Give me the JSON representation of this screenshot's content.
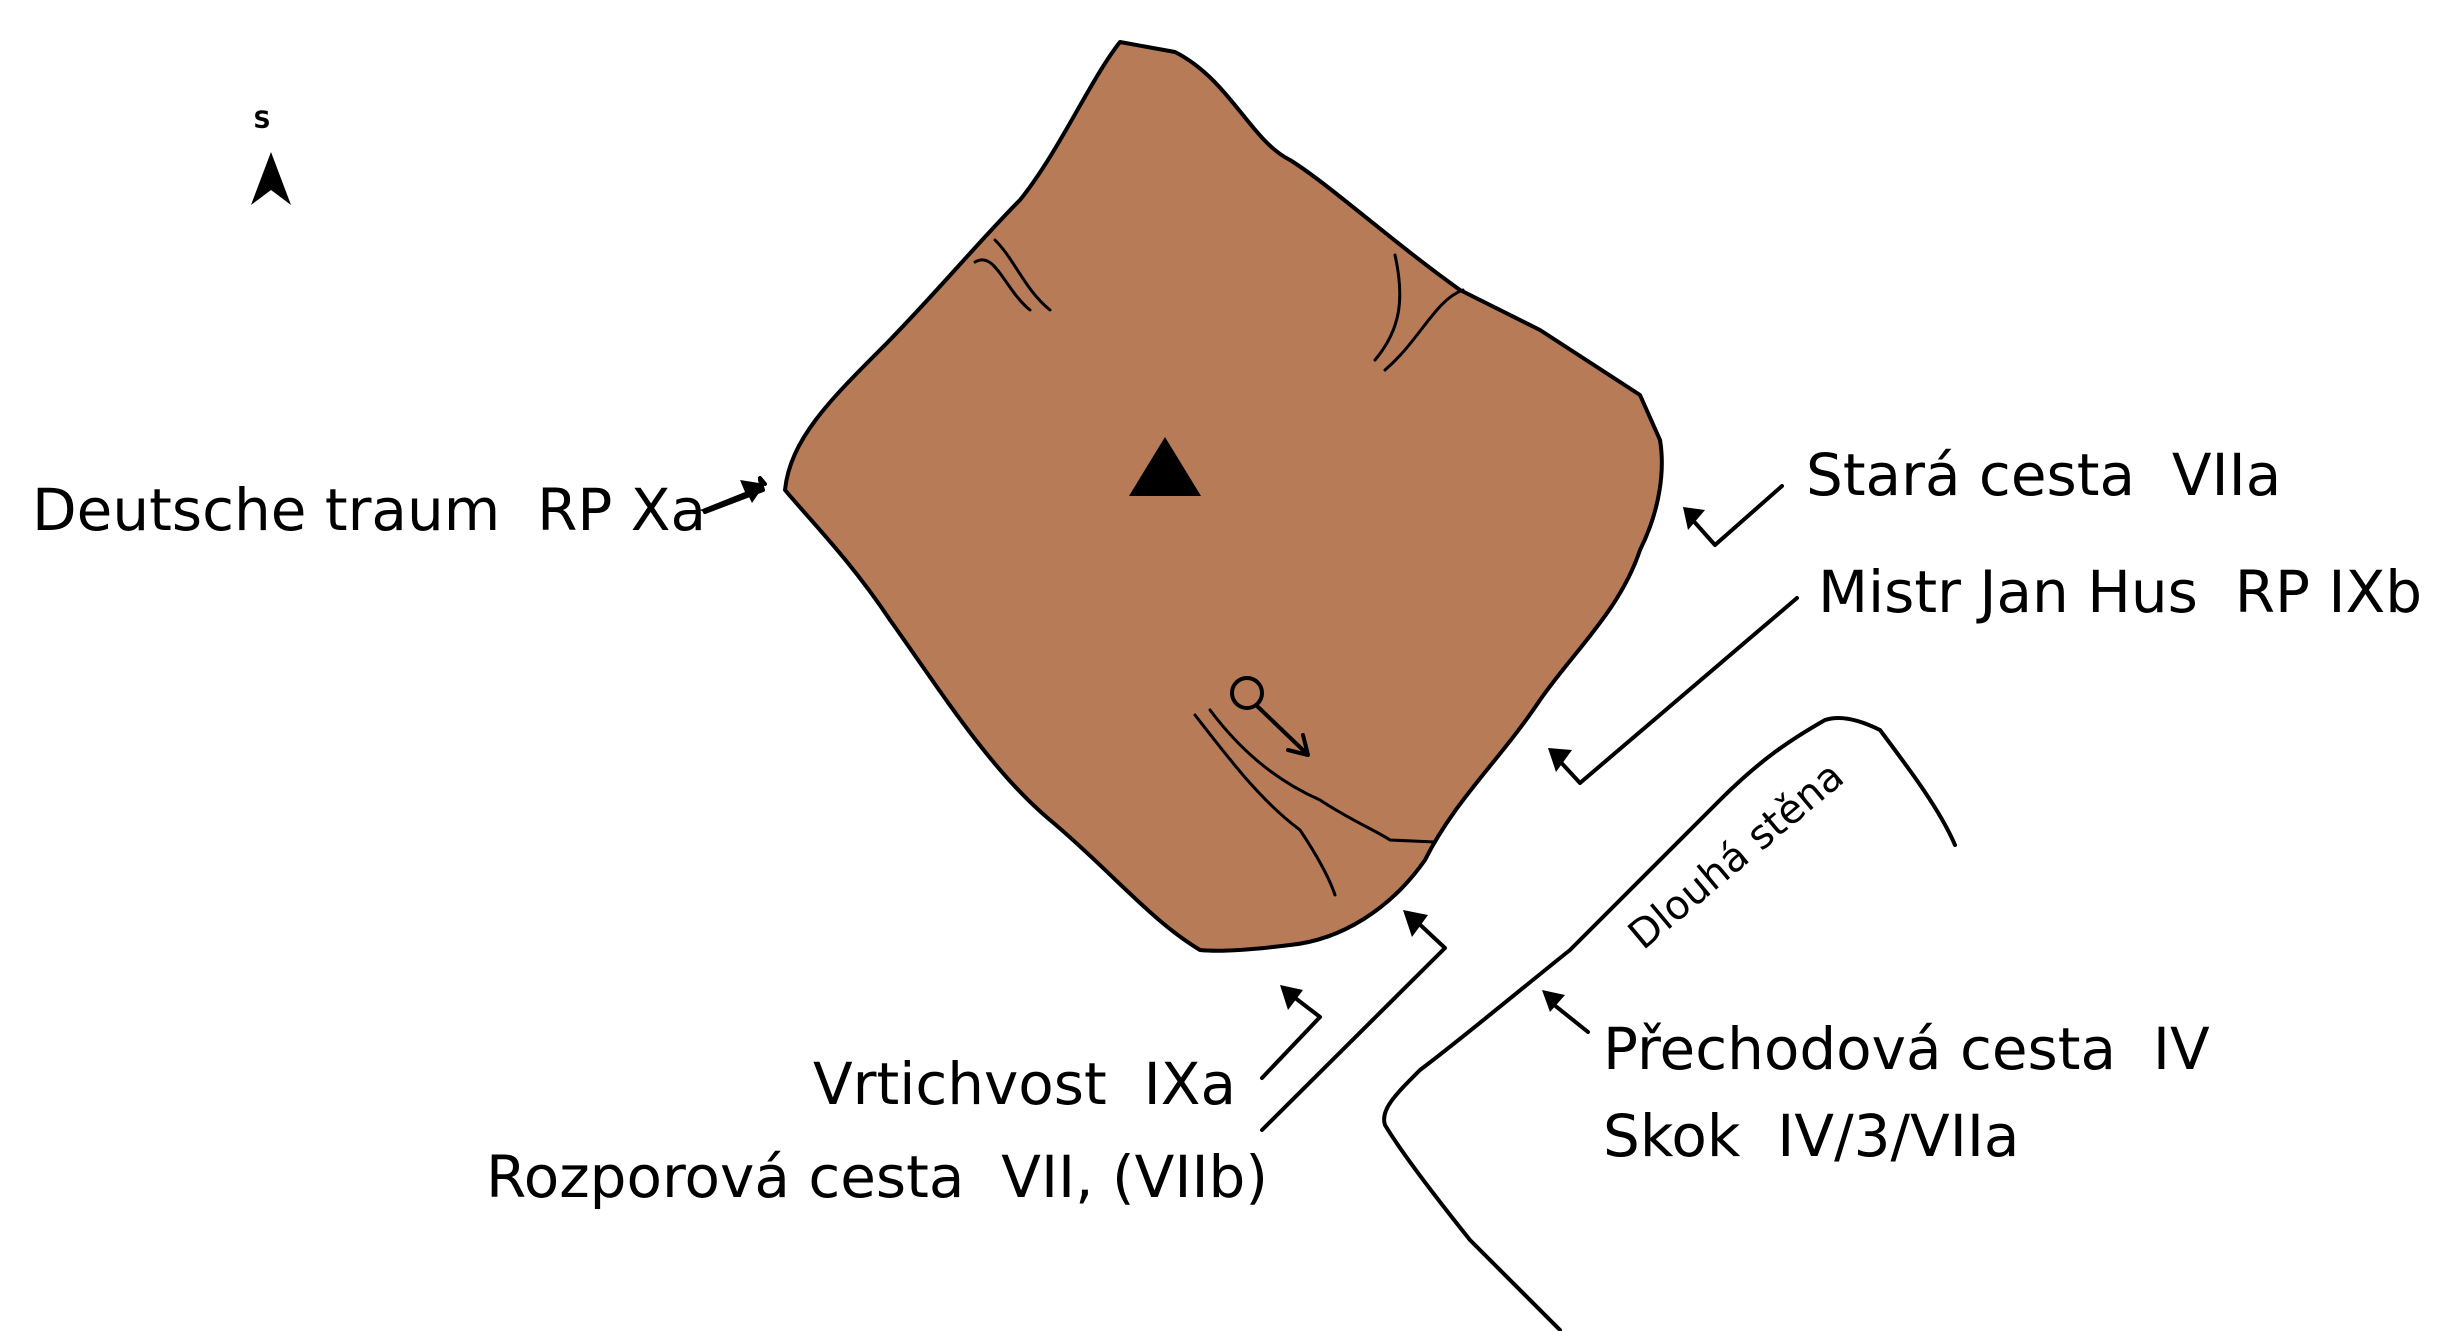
{
  "north": {
    "letter": "S",
    "icon": "north-arrow-icon"
  },
  "rock": {
    "fill_color": "#b77b58",
    "summit_icon": "summit-triangle-icon",
    "ring_icon": "rappel-ring-icon"
  },
  "wall": {
    "label": "Dlouhá stěna"
  },
  "routes": [
    {
      "name": "Deutsche traum  RP Xa"
    },
    {
      "name": "Stará cesta  VIIa"
    },
    {
      "name": "Mistr Jan Hus  RP IXb"
    },
    {
      "name": "Vrtichvost  IXa"
    },
    {
      "name": "Rozporová cesta  VII, (VIIb)"
    },
    {
      "name": "Přechodová cesta  IV"
    },
    {
      "name": "Skok  IV/3/VIIa"
    }
  ]
}
